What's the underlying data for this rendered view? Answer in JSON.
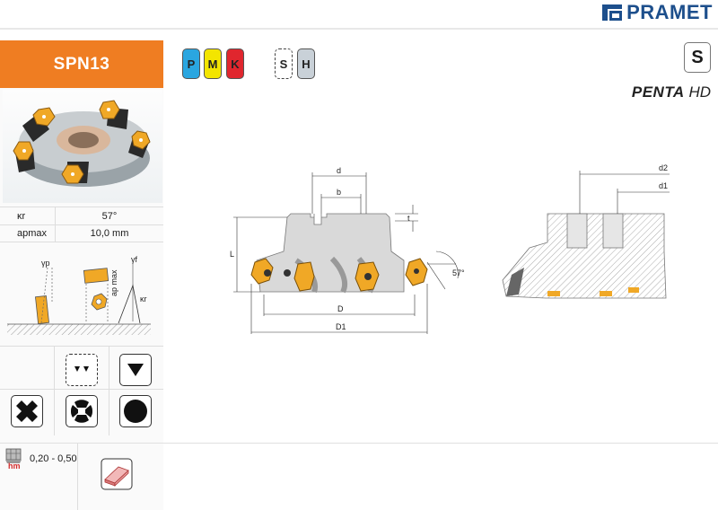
{
  "brand": {
    "name": "PRAMET"
  },
  "product": {
    "code": "SPN13",
    "grade": "S",
    "series_bold": "PENTA",
    "series_light": " HD"
  },
  "materials": [
    {
      "letter": "P",
      "color": "#2aa6e0"
    },
    {
      "letter": "M",
      "color": "#f3e500"
    },
    {
      "letter": "K",
      "color": "#e0262e"
    },
    {
      "letter": "S",
      "color": "#ffffff"
    },
    {
      "letter": "H",
      "color": "#c9d1d8"
    }
  ],
  "params": [
    {
      "symbol": "κr",
      "value": "57°"
    },
    {
      "symbol": "apmax",
      "value": "10,0 mm"
    }
  ],
  "feed": {
    "symbol": "hm",
    "value": "0,20 - 0,50"
  },
  "drawing": {
    "labels": {
      "d": "d",
      "b": "b",
      "t": "t",
      "L": "L",
      "D": "D",
      "D1": "D1",
      "angle": "57°",
      "d1": "d1",
      "d2": "d2",
      "gamma_p": "γp",
      "gamma_f": "γf",
      "kappa_r": "κr",
      "ap_max": "ap max"
    }
  }
}
